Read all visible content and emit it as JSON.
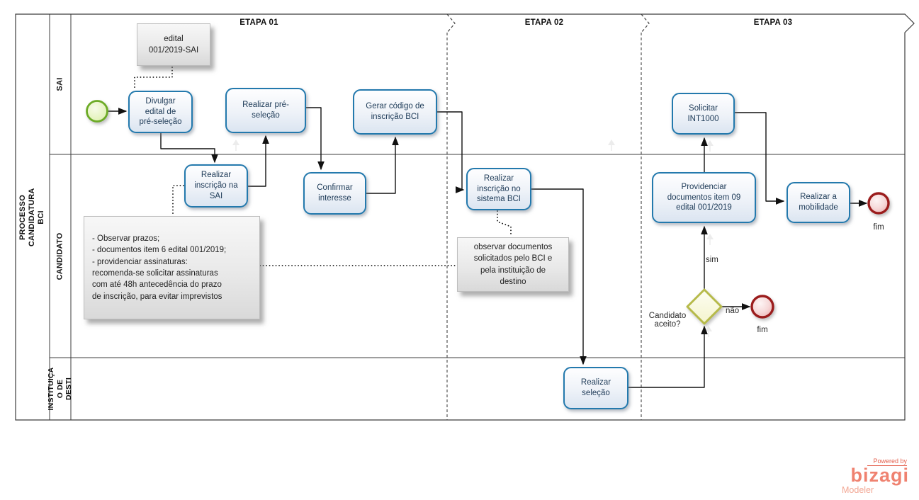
{
  "pool": {
    "label": "PROCESSO CANDIDATURA BCI"
  },
  "lanes": [
    {
      "label": "SAI"
    },
    {
      "label": "CANDIDATO"
    },
    {
      "label": "INSTITUIÇA\nO DE DESTI"
    }
  ],
  "phases": [
    {
      "label": "ETAPA 01"
    },
    {
      "label": "ETAPA 02"
    },
    {
      "label": "ETAPA 03"
    }
  ],
  "tasks": [
    {
      "label": "Divulgar\nedital de\npré-seleção"
    },
    {
      "label": "Realizar pré-\nseleção"
    },
    {
      "label": "Gerar código de\ninscrição BCI"
    },
    {
      "label": "Realizar\ninscrição na\nSAI"
    },
    {
      "label": "Confirmar\ninteresse"
    },
    {
      "label": "Realizar\ninscrição no\nsistema BCI"
    },
    {
      "label": "Realizar\nseleção"
    },
    {
      "label": "Providenciar\ndocumentos item 09\nedital 001/2019"
    },
    {
      "label": "Solicitar\nINT1000"
    },
    {
      "label": "Realizar a\nmobilidade"
    }
  ],
  "notes": [
    {
      "text": "edital\n001/2019-SAI"
    },
    {
      "text": "- Observar prazos;\n- documentos item 6 edital 001/2019;\n- providenciar assinaturas:\nrecomenda-se solicitar assinaturas\ncom até 48h antecedência do prazo\nde inscrição, para evitar imprevistos"
    },
    {
      "text": "observar documentos\nsolicitados pelo BCI e\npela instituição de\ndestino"
    }
  ],
  "gateway": {
    "question": "Candidato\naceito?",
    "yes_label": "sim",
    "no_label": "não"
  },
  "events": {
    "end1_label": "fim",
    "end2_label": "fim"
  },
  "branding": {
    "powered_by": "Powered by",
    "brand": "bizagi",
    "product": "Modeler"
  },
  "colors": {
    "task_border": "#2379ad",
    "task_fill_bottom": "#dbe5f1",
    "start_event_border": "#6cab28",
    "end_event_border": "#9b1d1d",
    "gateway_border": "#b6ba4a",
    "note_fill": "#e9e9e9",
    "brand_accent": "#e4604d"
  }
}
